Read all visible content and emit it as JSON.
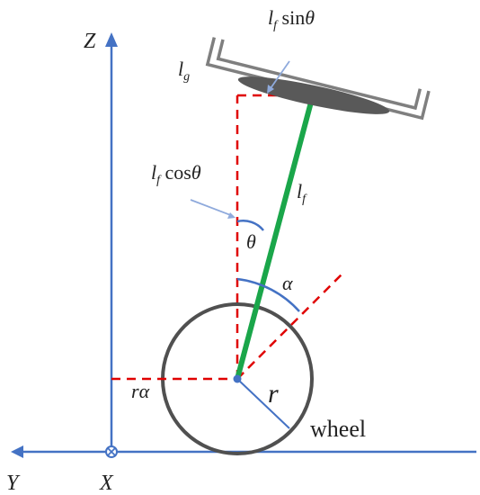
{
  "labels": {
    "z_axis": "Z",
    "y_axis": "Y",
    "x_axis": "X",
    "lg": "l",
    "lg_sub": "g",
    "lf_sin_l": "l",
    "lf_sin_sub": "f",
    "lf_sin_rest": " sin",
    "lf_sin_theta": "θ",
    "lf_cos_l": "l",
    "lf_cos_sub": "f",
    "lf_cos_rest": " cos",
    "lf_cos_theta": "θ",
    "lf_l": "l",
    "lf_sub": "f",
    "theta": "θ",
    "alpha": "α",
    "r_alpha_r": "r",
    "r_alpha_a": "α",
    "r": "r",
    "wheel": "wheel"
  },
  "colors": {
    "axis": "#4472c4",
    "dashed": "#e00000",
    "rod": "#1aa64a",
    "wheel": "#505050",
    "pendulum_plate": "#7f7f7f",
    "pendulum_mass": "#595959",
    "angle_arc": "#4472c4",
    "callout": "#8faadc"
  }
}
